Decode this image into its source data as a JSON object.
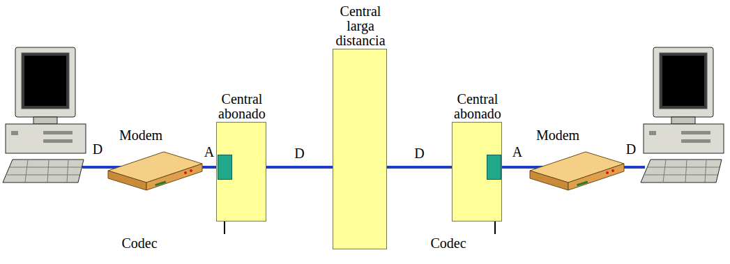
{
  "diagram": {
    "nodes": [
      {
        "text": [
          "Central abonado"
        ]
      },
      {
        "text": [
          "Central larga distancia"
        ]
      },
      {
        "text": [
          "Central abonado"
        ]
      }
    ],
    "edges": [
      {
        "from": 0,
        "to": 1,
        "arrow": "none",
        "label": "D"
      },
      {
        "from": 1,
        "to": 2,
        "arrow": "none",
        "label": "D"
      }
    ],
    "labels": [
      "D",
      "Modem",
      "A",
      "A",
      "Modem",
      "D",
      "Codec",
      "Codec"
    ]
  }
}
